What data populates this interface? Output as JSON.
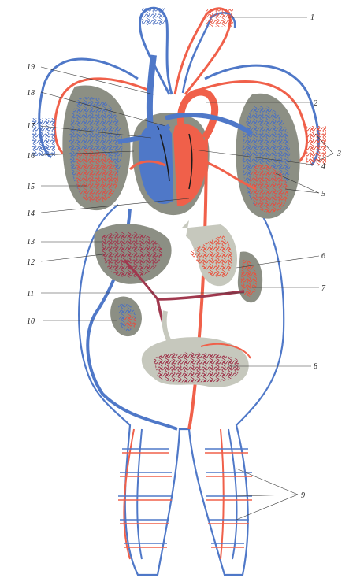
{
  "colors": {
    "artery": "#f0604a",
    "vein": "#4f78c8",
    "capillary_mixed": "#a0384e",
    "organ_shadow": "#8c8f84",
    "organ_fill": "#c6c8bd",
    "background": "#ffffff"
  },
  "labels": {
    "l1": "1",
    "l2": "2",
    "l3": "3",
    "l4": "4",
    "l5": "5",
    "l6": "6",
    "l7": "7",
    "l8": "8",
    "l9": "9",
    "l10": "10",
    "l11": "11",
    "l12": "12",
    "l13": "13",
    "l14": "14",
    "l15": "15",
    "l16": "16",
    "l17": "17",
    "l18": "18",
    "l19": "19"
  }
}
